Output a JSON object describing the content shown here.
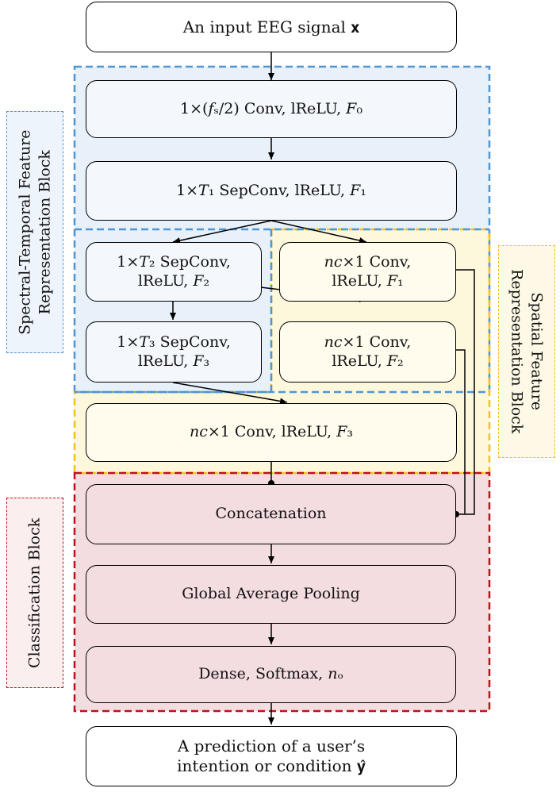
{
  "colors": {
    "spectral_region": "#e8f0f9",
    "spectral_border": "#4e95d4",
    "spatial_region": "#fdf7dc",
    "spatial_border": "#f2c21b",
    "classification_region": "#f4dde0",
    "classification_border": "#c0101a",
    "arrow": "#000000"
  },
  "input_box": {
    "text": "An input EEG signal 𝐱"
  },
  "spectral_temporal_block": {
    "label_line1": "Spectral-Temporal Feature",
    "label_line2": "Representation Block",
    "conv0": "1×(𝑓ₛ/2)  Conv, lReLU, 𝐹₀",
    "conv1": "1×𝑇₁  SepConv, lReLU, 𝐹₁",
    "conv2_line1": "1×𝑇₂ SepConv,",
    "conv2_line2": "lReLU, 𝐹₂",
    "conv3_line1": "1×𝑇₃ SepConv,",
    "conv3_line2": "lReLU, 𝐹₃"
  },
  "spatial_block": {
    "label_line1": "Spatial Feature",
    "label_line2": "Representation Block",
    "conv_a_line1": "𝑛𝑐×1 Conv,",
    "conv_a_line2": "lReLU, 𝐹₁",
    "conv_b_line1": "𝑛𝑐×1 Conv,",
    "conv_b_line2": "lReLU, 𝐹₂",
    "conv_c": "𝑛𝑐×1 Conv, lReLU, 𝐹₃"
  },
  "classification_block": {
    "label": "Classification Block",
    "concat": "Concatenation",
    "gap": "Global Average Pooling",
    "dense": "Dense, Softmax, 𝑛ₒ"
  },
  "output_box": {
    "line1": "A prediction of a user’s",
    "line2": "intention or condition 𝐲̂"
  }
}
